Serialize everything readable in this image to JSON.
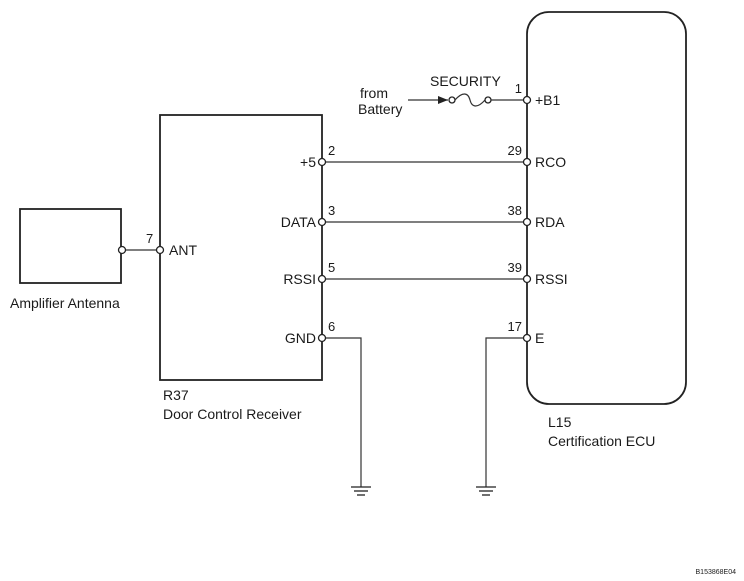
{
  "components": {
    "amplifier_antenna": {
      "name": "Amplifier Antenna"
    },
    "receiver": {
      "code": "R37",
      "name": "Door Control Receiver"
    },
    "ecu": {
      "code": "L15",
      "name": "Certification ECU"
    }
  },
  "power": {
    "source_line1": "from",
    "source_line2": "Battery",
    "fuse": "SECURITY"
  },
  "receiver_pins": [
    {
      "num": "2",
      "label": "+5"
    },
    {
      "num": "3",
      "label": "DATA"
    },
    {
      "num": "5",
      "label": "RSSI"
    },
    {
      "num": "6",
      "label": "GND"
    }
  ],
  "antenna_pin": {
    "num": "7",
    "label": "ANT"
  },
  "ecu_pins": [
    {
      "num": "1",
      "label": "+B1"
    },
    {
      "num": "29",
      "label": "RCO"
    },
    {
      "num": "38",
      "label": "RDA"
    },
    {
      "num": "39",
      "label": "RSSI"
    },
    {
      "num": "17",
      "label": "E"
    }
  ],
  "figure_code": "B153868E04"
}
